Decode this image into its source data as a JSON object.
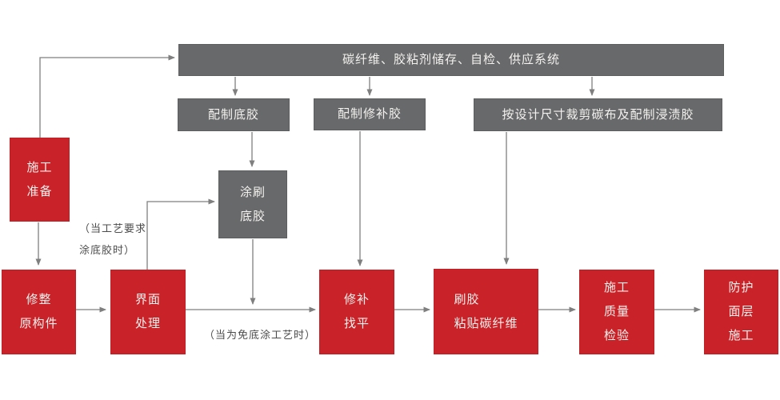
{
  "palette": {
    "red": "#c92228",
    "gray": "#68696b",
    "line": "#7f7f7f",
    "note": "#4c4c4c",
    "box_text": "#f4f2ef",
    "bg": "#ffffff"
  },
  "nodes": {
    "supply_system": {
      "label": "碳纤维、胶粘剂储存、自检、供应系统"
    },
    "prepare_primer": {
      "label": "配制底胶"
    },
    "prepare_repair_adhesive": {
      "label": "配制修补胶"
    },
    "cut_carbon_cloth": {
      "label": "按设计尺寸裁剪碳布及配制浸渍胶"
    },
    "apply_primer": {
      "lines": [
        "涂刷",
        "底胶"
      ]
    },
    "construction_preparation": {
      "lines": [
        "施工",
        "准备"
      ]
    },
    "repair_original_member": {
      "lines": [
        "修整",
        "原构件"
      ]
    },
    "interface_treatment": {
      "lines": [
        "界面",
        "处理"
      ]
    },
    "repair_leveling": {
      "lines": [
        "修补",
        "找平"
      ]
    },
    "brush_adhesive_paste_fiber": {
      "lines": [
        "刷胶",
        "粘贴碳纤维"
      ]
    },
    "construction_quality_inspection": {
      "lines": [
        "施工",
        "质量",
        "检验"
      ]
    },
    "protective_surface_layer": {
      "lines": [
        "防护",
        "面层",
        "施工"
      ]
    }
  },
  "notes": {
    "primer_condition": {
      "lines": [
        "（当工艺要求",
        "涂底胶时）"
      ]
    },
    "no_primer_condition": {
      "label": "（当为免底涂工艺时）"
    }
  }
}
